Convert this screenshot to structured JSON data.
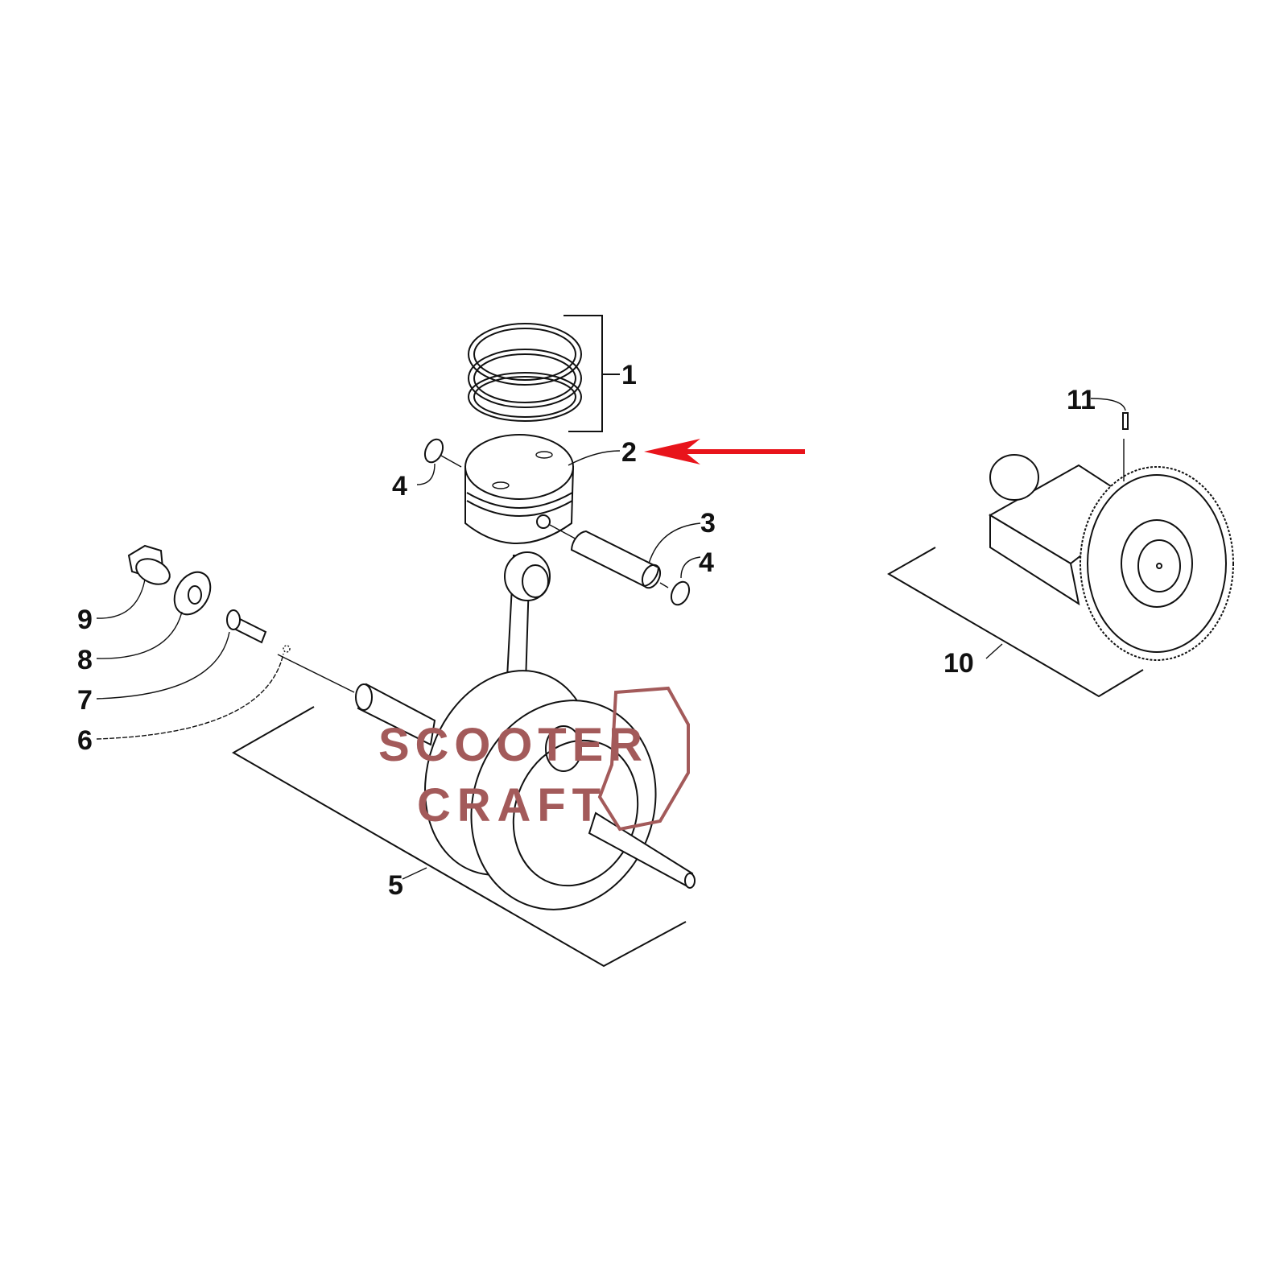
{
  "diagram": {
    "callouts": {
      "c1": "1",
      "c2": "2",
      "c3": "3",
      "c4a": "4",
      "c4b": "4",
      "c5": "5",
      "c6": "6",
      "c7": "7",
      "c8": "8",
      "c9": "9",
      "c10": "10",
      "c11": "11"
    },
    "highlight_color": "#e8141b",
    "watermark": {
      "line1": "SCOOTER",
      "line2": "CRAFT",
      "color": "#a35a5a"
    }
  }
}
